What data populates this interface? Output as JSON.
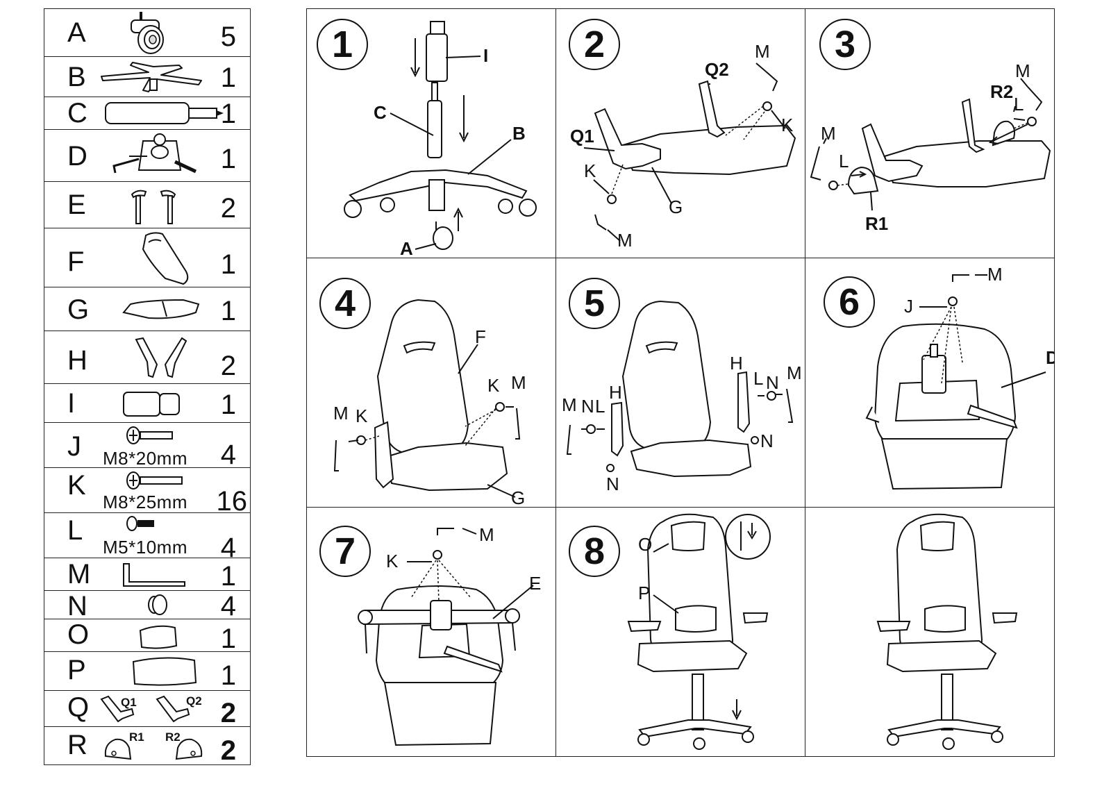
{
  "parts": [
    {
      "letter": "A",
      "qty": "5"
    },
    {
      "letter": "B",
      "qty": "1"
    },
    {
      "letter": "C",
      "qty": "1"
    },
    {
      "letter": "D",
      "qty": "1"
    },
    {
      "letter": "E",
      "qty": "2"
    },
    {
      "letter": "F",
      "qty": "1"
    },
    {
      "letter": "G",
      "qty": "1"
    },
    {
      "letter": "H",
      "qty": "2"
    },
    {
      "letter": "I",
      "qty": "1"
    },
    {
      "letter": "J",
      "size": "M8*20mm",
      "qty": "4"
    },
    {
      "letter": "K",
      "size": "M8*25mm",
      "qty": "16"
    },
    {
      "letter": "L",
      "size": "M5*10mm",
      "qty": "4"
    },
    {
      "letter": "M",
      "qty": "1"
    },
    {
      "letter": "N",
      "qty": "4"
    },
    {
      "letter": "O",
      "qty": "1"
    },
    {
      "letter": "P",
      "qty": "1"
    },
    {
      "letter": "Q",
      "qty": "2",
      "sub1": "Q1",
      "sub2": "Q2"
    },
    {
      "letter": "R",
      "qty": "2",
      "sub1": "R1",
      "sub2": "R2"
    }
  ],
  "steps": {
    "s1": {
      "num": "1",
      "labels": {
        "i": "I",
        "c": "C",
        "b": "B",
        "a": "A"
      }
    },
    "s2": {
      "num": "2",
      "labels": {
        "q2": "Q2",
        "q1": "Q1",
        "m1": "M",
        "k1": "K",
        "k2": "K",
        "m2": "M",
        "g": "G"
      }
    },
    "s3": {
      "num": "3",
      "labels": {
        "m1": "M",
        "r2": "R2",
        "l1": "L",
        "m2": "M",
        "l2": "L",
        "r1": "R1"
      }
    },
    "s4": {
      "num": "4",
      "labels": {
        "f": "F",
        "k1": "K",
        "m1": "M",
        "m2": "M",
        "k2": "K",
        "g": "G"
      }
    },
    "s5": {
      "num": "5",
      "labels": {
        "h1": "H",
        "l1": "L",
        "n1": "N",
        "m1": "M",
        "m2": "M",
        "n2": "N",
        "l2": "L",
        "h2": "H",
        "n3": "N",
        "n4": "N"
      }
    },
    "s6": {
      "num": "6",
      "labels": {
        "m": "M",
        "j": "J",
        "d": "D"
      }
    },
    "s7": {
      "num": "7",
      "labels": {
        "m": "M",
        "k": "K",
        "e": "E"
      }
    },
    "s8": {
      "num": "8",
      "labels": {
        "o": "O",
        "p": "P"
      }
    }
  }
}
